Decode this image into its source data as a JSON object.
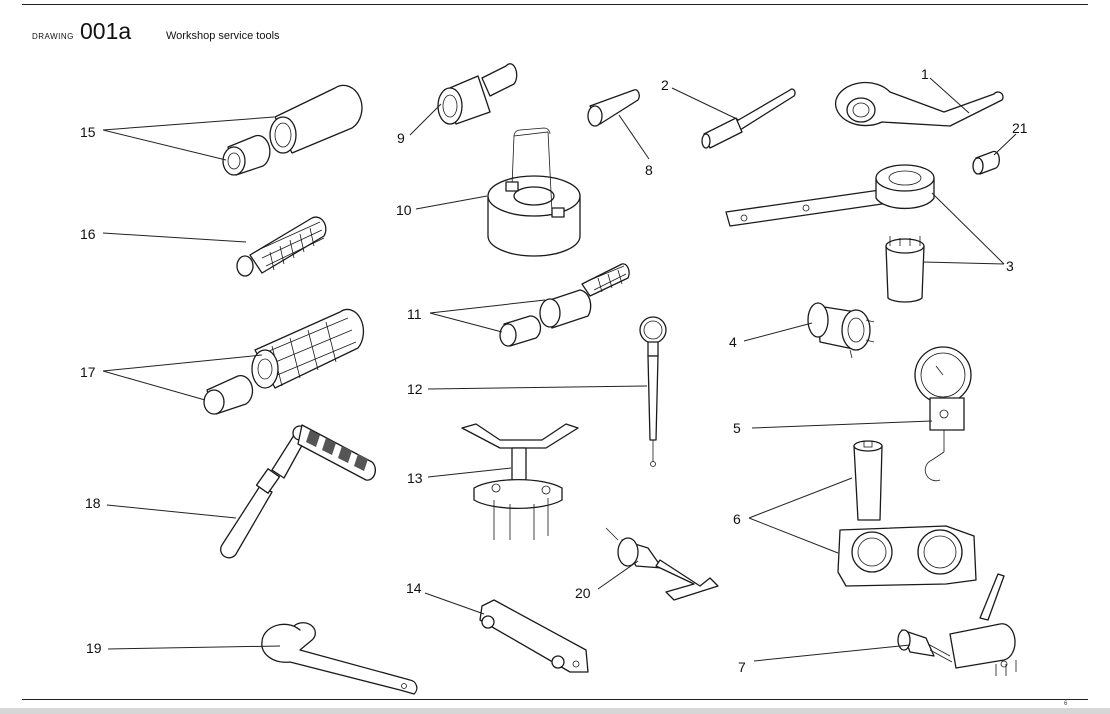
{
  "header": {
    "drawing_label": "DRAWING",
    "drawing_number": "001a",
    "title": "Workshop service tools"
  },
  "footer": {
    "page_mark": "6"
  },
  "callouts": {
    "c1": "1",
    "c2": "2",
    "c3": "3",
    "c4": "4",
    "c5": "5",
    "c6": "6",
    "c7": "7",
    "c8": "8",
    "c9": "9",
    "c10": "10",
    "c11": "11",
    "c12": "12",
    "c13": "13",
    "c14": "14",
    "c15": "15",
    "c16": "16",
    "c17": "17",
    "c18": "18",
    "c19": "19",
    "c20": "20",
    "c21": "21"
  }
}
